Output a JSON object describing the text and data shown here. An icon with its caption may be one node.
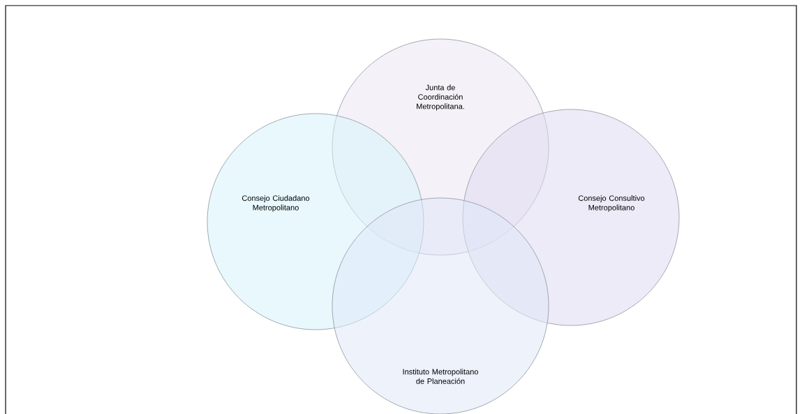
{
  "diagram": {
    "nodes": [
      {
        "text": [
          "Junta de Coordinación Metropolitana."
        ]
      },
      {
        "text": [
          "Consejo Ciudadano Metropolitano"
        ]
      },
      {
        "text": [
          "Consejo Consultivo Metropolitano"
        ]
      },
      {
        "text": [
          "Instituto Metropolitano de Planeación"
        ]
      }
    ]
  }
}
